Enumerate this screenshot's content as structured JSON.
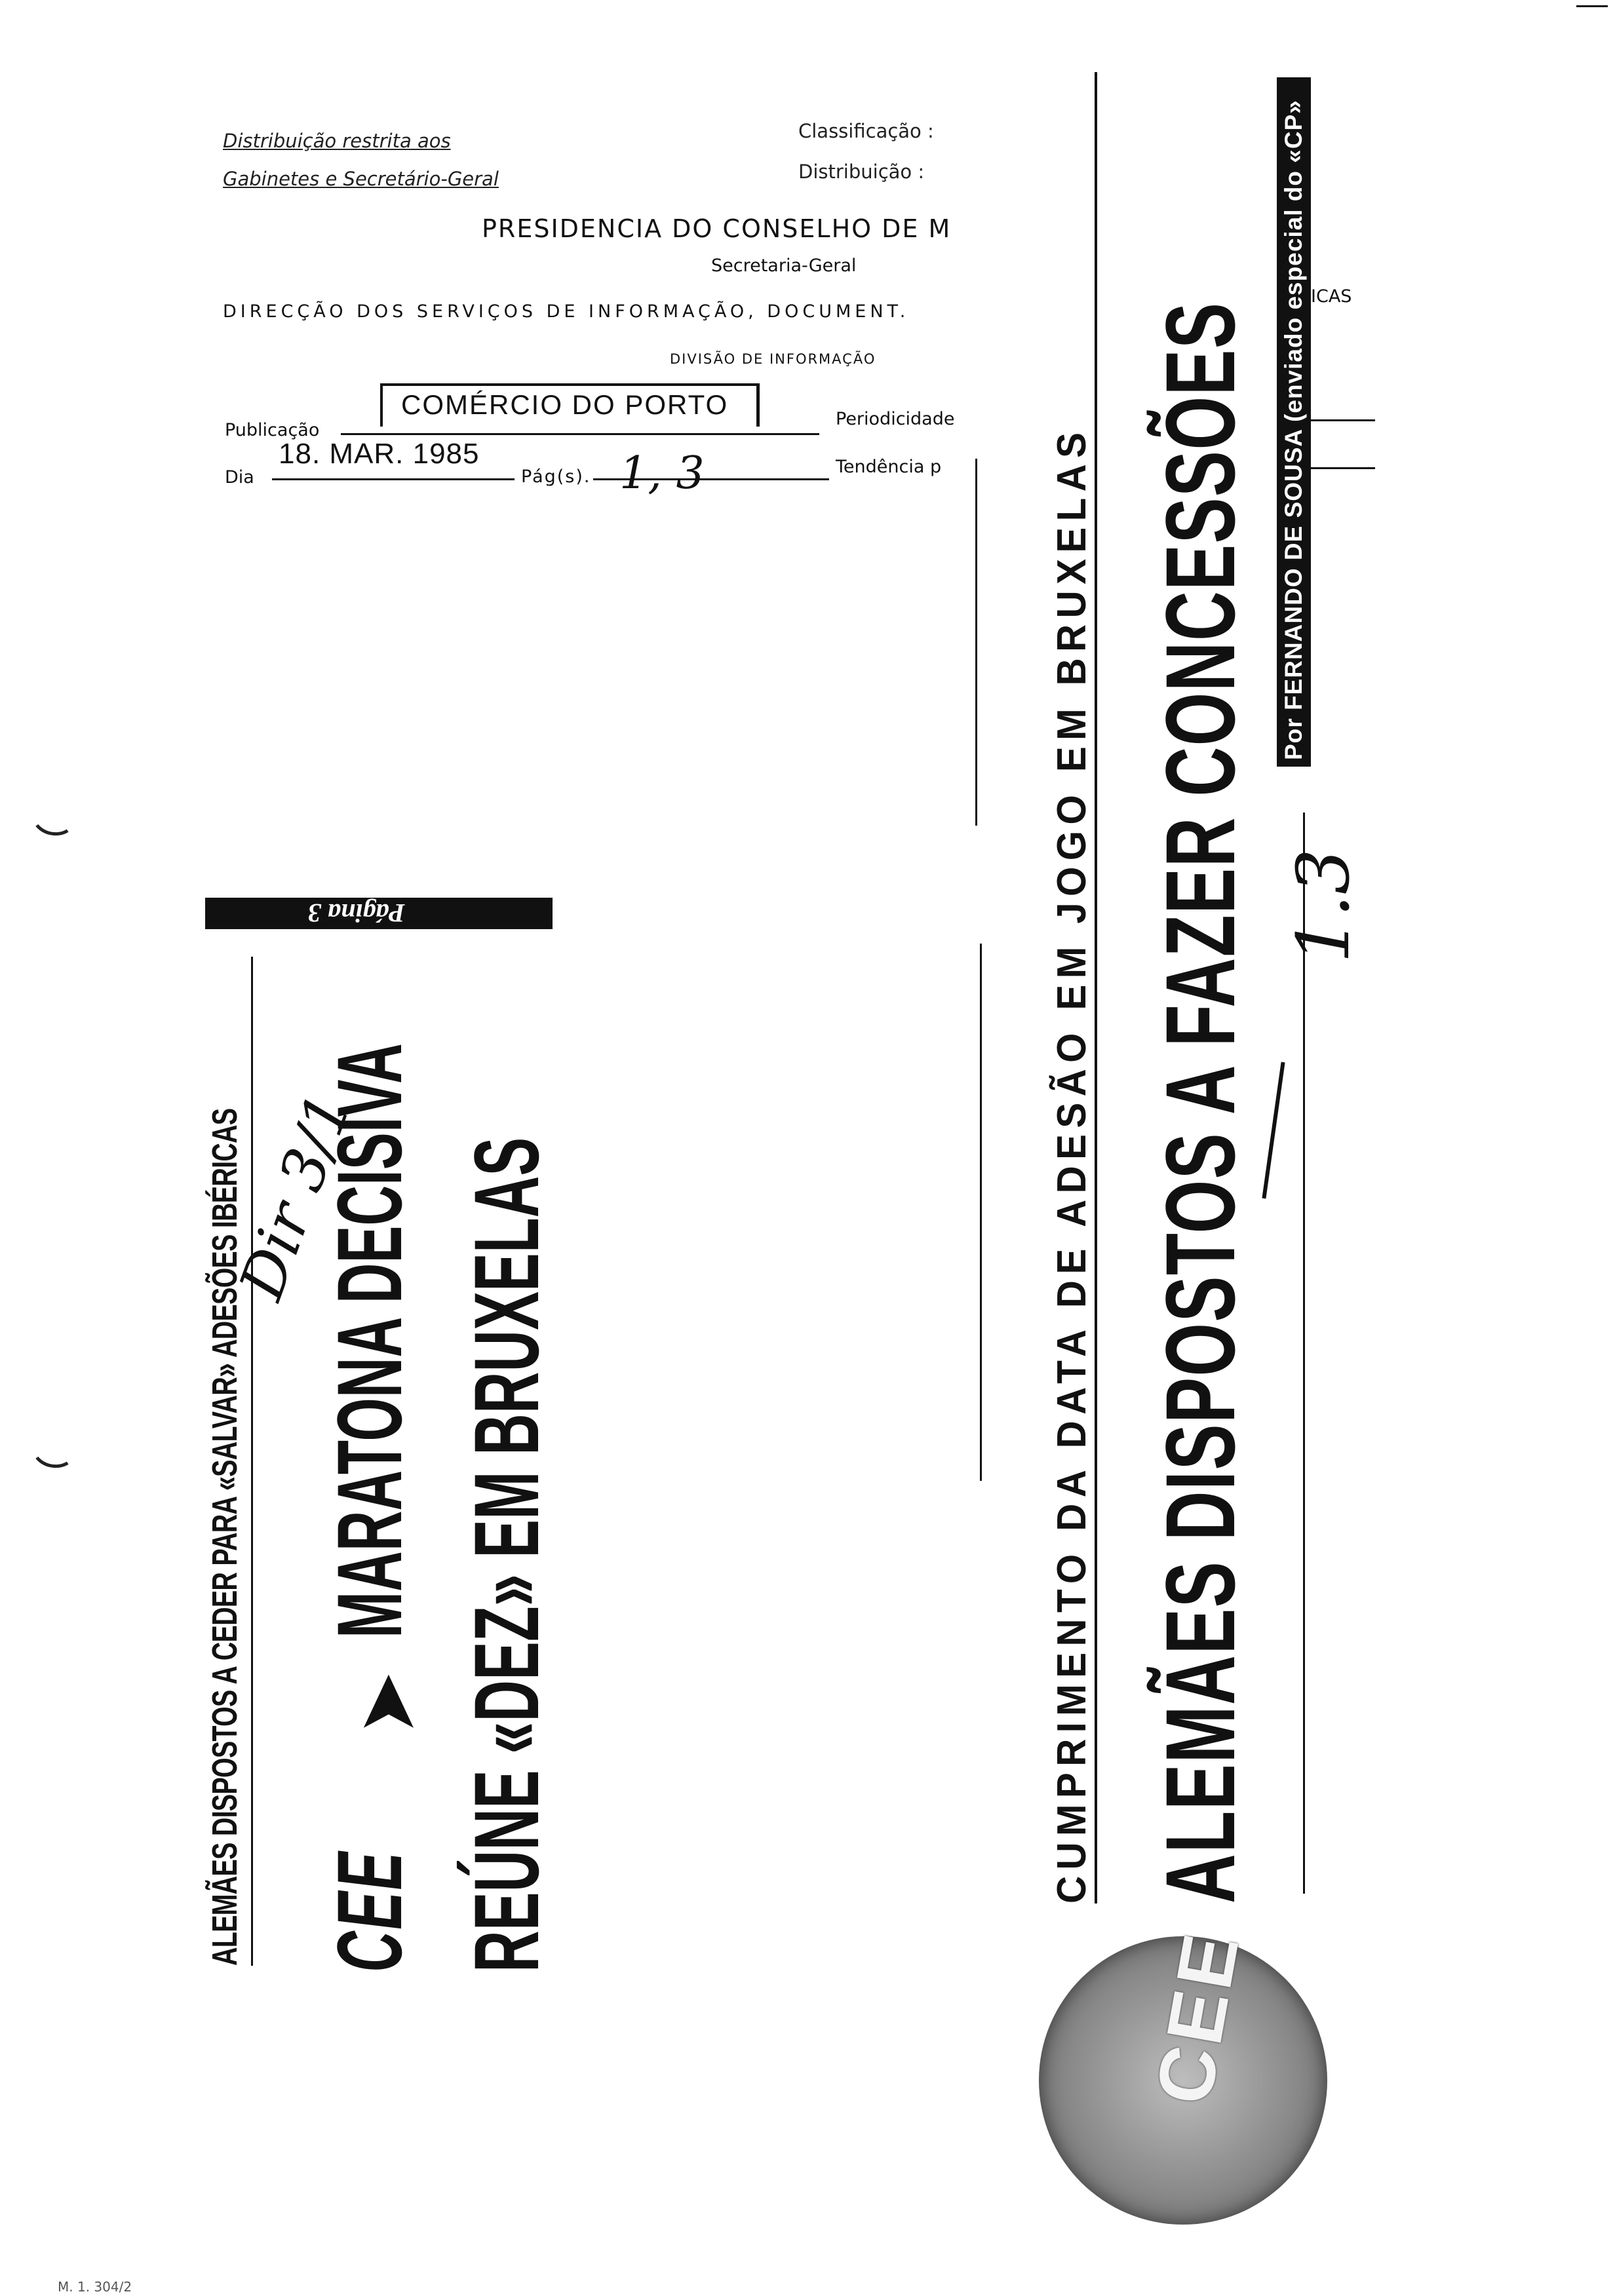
{
  "header": {
    "restricted_line1": "Distribuição restrita aos",
    "restricted_line2": "Gabinetes e Secretário-Geral",
    "classificacao_label": "Classificação :",
    "distribuicao_label": "Distribuição :",
    "presidencia": "PRESIDENCIA DO CONSELHO DE M",
    "secretaria": "Secretaria-Geral",
    "direccao": "DIRECÇÃO DOS SERVIÇOS DE INFORMAÇÃO, DOCUMENT.",
    "direccao_tail": "ICAS",
    "divisao": "DIVISÃO DE INFORMAÇÃO",
    "publicacao_label": "Publicação",
    "publicacao_value": "COMÉRCIO DO PORTO",
    "periodicidade_label": "Periodicidade",
    "dia_label": "Dia",
    "dia_value": "18. MAR. 1985",
    "pags_label": "Pág(s).",
    "pags_value": "1, 3",
    "tendencia_label": "Tendência p"
  },
  "clip_left": {
    "page_label": "Página 3",
    "kicker": "ALEMÃES DISPOSTOS A CEDER PARA «SALVAR» ADESÕES IBÉRICAS",
    "headline_line1_prefix": "CEE",
    "headline_line1": "MARATONA DECISIVA",
    "headline_line2": "REÚNE «DEZ» EM BRUXELAS",
    "handwritten": "Dir 3/1"
  },
  "clip_right": {
    "kicker": "CUMPRIMENTO DA DATA DE ADESÃO EM JOGO EM BRUXELAS",
    "headline": "ALEMÃES DISPOSTOS A FAZER CONCESSÕES",
    "byline": "Por FERNANDO DE SOUSA (enviado especial do «CP»",
    "handwritten": "1.3"
  },
  "stamp": {
    "text": "CEE"
  },
  "footer": {
    "code": "M. 1. 304/2"
  }
}
